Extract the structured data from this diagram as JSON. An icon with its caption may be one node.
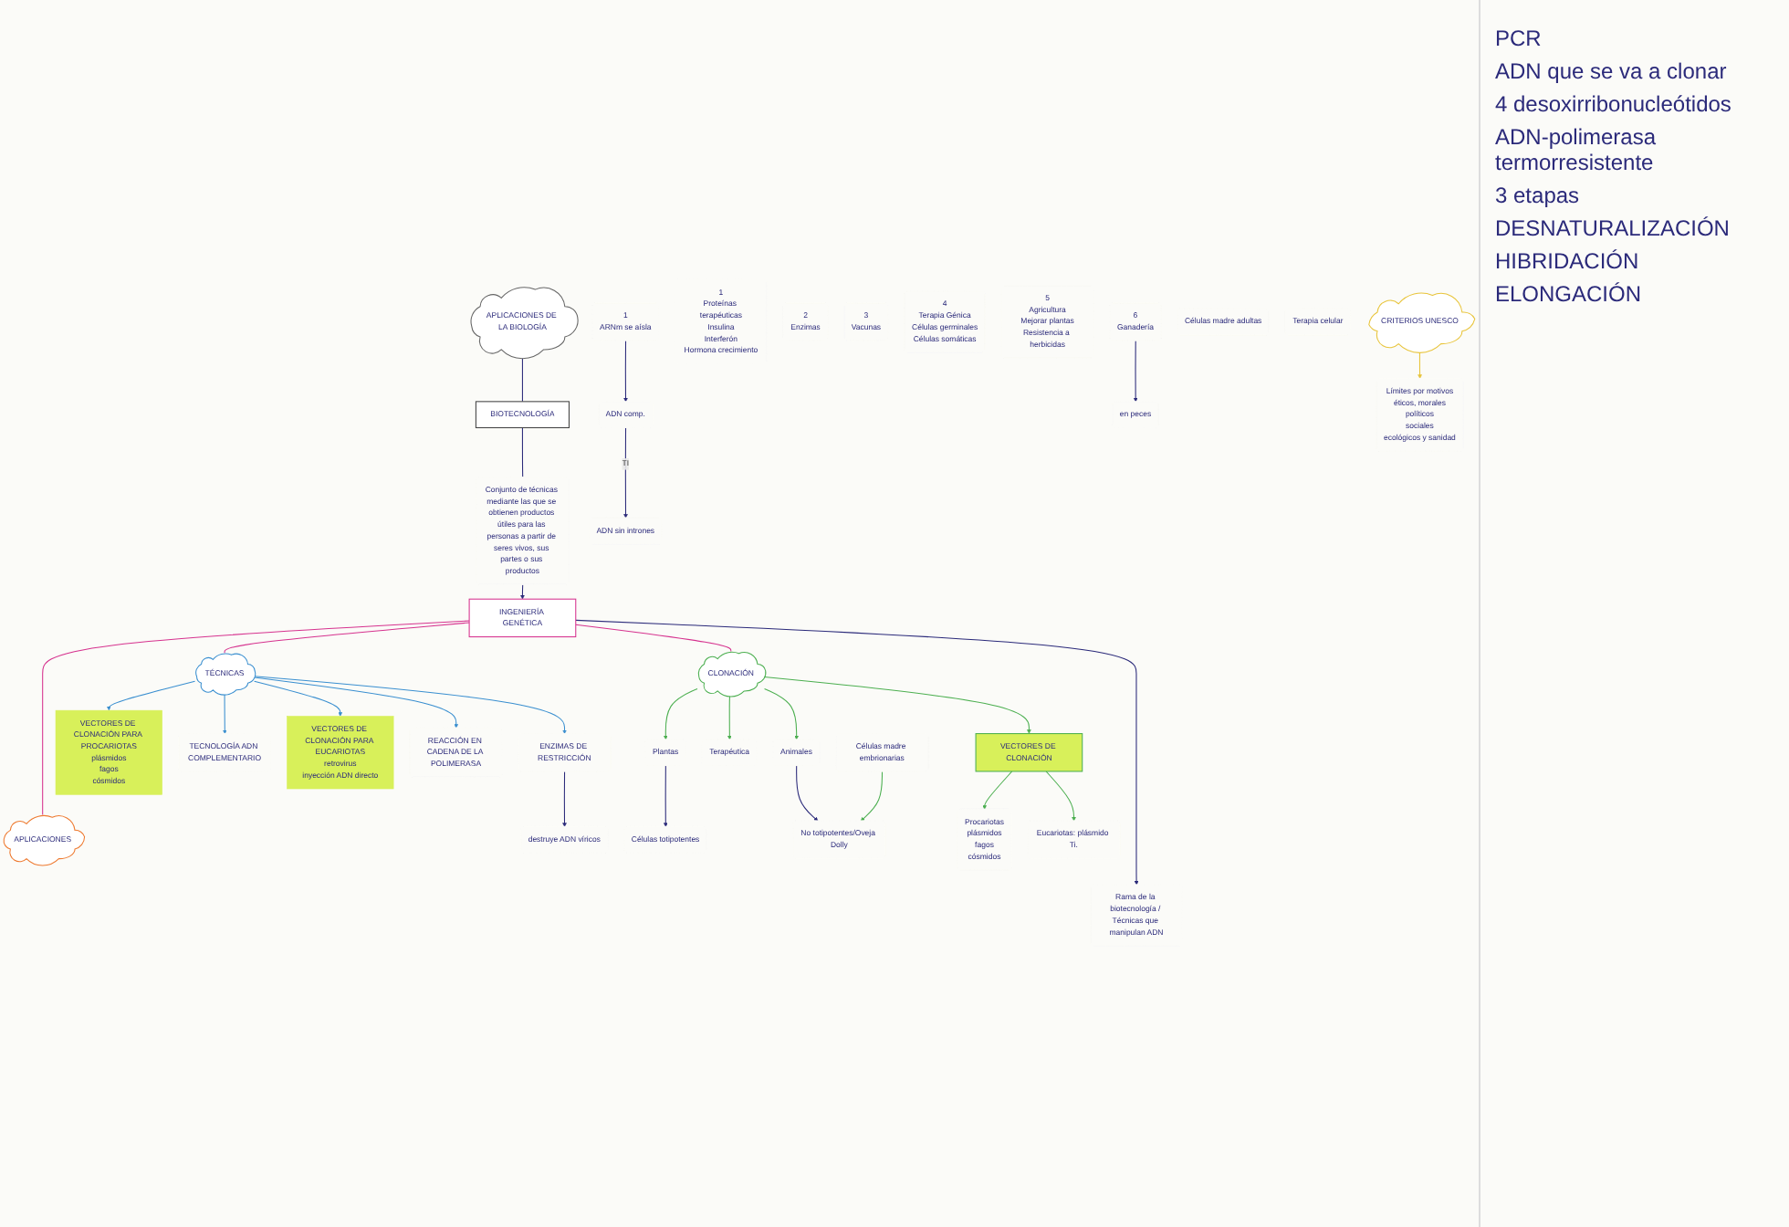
{
  "diagram": {
    "nodes": [
      {
        "text": [
          "APLICACIONES DE LA BIOLOGÍA"
        ]
      },
      {
        "text": [
          "BIOTECNOLOGÍA"
        ]
      },
      {
        "text": [
          "Conjunto de técnicas mediante las que se obtienen productos útiles para las personas a partir de seres vivos, sus partes o sus productos"
        ]
      },
      {
        "text": [
          "INGENIERÍA GENÉTICA"
        ]
      },
      {
        "text": [
          "Rama de la biotecnología / Técnicas que manipulan ADN"
        ]
      },
      {
        "text": [
          "TÉCNICAS"
        ]
      },
      {
        "text": [
          "APLICACIONES"
        ]
      },
      {
        "text": [
          "CLONACIÓN"
        ]
      },
      {
        "text": [
          "ENZIMAS DE RESTRICCIÓN"
        ]
      },
      {
        "text": [
          "destruye ADN víricos"
        ]
      },
      {
        "text": [
          "VECTORES DE CLONACIÓN PARA PROCARIOTAS",
          "plásmidos",
          "fagos",
          "cósmidos"
        ]
      },
      {
        "text": [
          "TECNOLOGÍA ADN COMPLEMENTARIO"
        ]
      },
      {
        "text": [
          "1",
          "ARNm se aísla"
        ]
      },
      {
        "text": [
          "ADN comp."
        ]
      },
      {
        "text": [
          "ADN sin intrones"
        ]
      },
      {
        "text": [
          "VECTORES DE CLONACIÓN PARA EUCARIOTAS",
          "retrovirus",
          "inyección ADN directo"
        ]
      },
      {
        "text": [
          "REACCIÓN EN CADENA DE LA POLIMERASA"
        ]
      },
      {
        "text": [
          "1",
          "Proteínas terapéuticas",
          "Insulina",
          "Interferón",
          "Hormona crecimiento"
        ]
      },
      {
        "text": [
          "2",
          "Enzimas"
        ]
      },
      {
        "text": [
          "3",
          "Vacunas"
        ]
      },
      {
        "text": [
          "4",
          "Terapia Génica",
          "Células germinales",
          "Células somáticas"
        ]
      },
      {
        "text": [
          "5",
          "Agricultura",
          "Mejorar plantas",
          "Resistencia a herbicidas"
        ]
      },
      {
        "text": [
          "6",
          "Ganadería"
        ]
      },
      {
        "text": [
          "en peces"
        ]
      },
      {
        "text": [
          "Plantas"
        ]
      },
      {
        "text": [
          "Células totipotentes"
        ]
      },
      {
        "text": [
          "Animales"
        ]
      },
      {
        "text": [
          "No totipotentes/Oveja Dolly"
        ]
      },
      {
        "text": [
          "Terapéutica"
        ]
      },
      {
        "text": [
          "Células madre embrionarias"
        ]
      },
      {
        "text": [
          "Células madre adultas"
        ]
      },
      {
        "text": [
          "Terapia celular"
        ]
      },
      {
        "text": [
          "VECTORES DE CLONACIÓN"
        ]
      },
      {
        "text": [
          "Procariotas",
          "plásmidos",
          "fagos",
          "cósmidos"
        ]
      },
      {
        "text": [
          "Eucariotas: plásmido Ti."
        ]
      },
      {
        "text": [
          "CRITERIOS UNESCO"
        ]
      },
      {
        "text": [
          "Límites por motivos",
          "éticos, morales",
          "políticos",
          "sociales",
          "ecológicos y sanidad"
        ]
      }
    ],
    "edges": [
      {
        "from": 0,
        "to": 1,
        "arrow": "none"
      },
      {
        "from": 1,
        "to": 2,
        "arrow": "none"
      },
      {
        "from": 2,
        "to": 3,
        "arrow": "to"
      },
      {
        "from": 3,
        "to": 4,
        "arrow": "to"
      },
      {
        "from": 3,
        "to": 5,
        "arrow": "none",
        "color": "#d6338f"
      },
      {
        "from": 3,
        "to": 6,
        "arrow": "none",
        "color": "#d6338f"
      },
      {
        "from": 3,
        "to": 7,
        "arrow": "none",
        "color": "#d6338f"
      },
      {
        "from": 5,
        "to": 8,
        "arrow": "to",
        "color": "#3a8fd0"
      },
      {
        "from": 8,
        "to": 9,
        "arrow": "to"
      },
      {
        "from": 5,
        "to": 10,
        "arrow": "to",
        "color": "#3a8fd0"
      },
      {
        "from": 5,
        "to": 11,
        "arrow": "to",
        "color": "#3a8fd0"
      },
      {
        "from": 12,
        "to": 13,
        "arrow": "to"
      },
      {
        "from": 13,
        "to": 14,
        "arrow": "to",
        "label": "TI"
      },
      {
        "from": 5,
        "to": 15,
        "arrow": "to",
        "color": "#3a8fd0"
      },
      {
        "from": 5,
        "to": 16,
        "arrow": "to",
        "color": "#3a8fd0"
      },
      {
        "from": 22,
        "to": 23,
        "arrow": "to"
      },
      {
        "from": 7,
        "to": 24,
        "arrow": "to",
        "color": "#4caf50"
      },
      {
        "from": 24,
        "to": 25,
        "arrow": "to"
      },
      {
        "from": 7,
        "to": 26,
        "arrow": "to",
        "color": "#4caf50"
      },
      {
        "from": 26,
        "to": 27,
        "arrow": "to"
      },
      {
        "from": 7,
        "to": 28,
        "arrow": "to",
        "color": "#4caf50"
      },
      {
        "from": 29,
        "to": 27,
        "arrow": "to",
        "color": "#4caf50"
      },
      {
        "from": 7,
        "to": 32,
        "arrow": "to",
        "color": "#4caf50"
      },
      {
        "from": 32,
        "to": 33,
        "arrow": "to",
        "color": "#4caf50"
      },
      {
        "from": 32,
        "to": 34,
        "arrow": "to",
        "color": "#4caf50"
      },
      {
        "from": 35,
        "to": 36,
        "arrow": "to",
        "color": "#e8c43a"
      }
    ],
    "labels": [
      "PCR",
      "ADN que se va a clonar",
      "4 desoxirribonucleótidos",
      "ADN-polimerasa termorresistente",
      "3 etapas",
      "DESNATURALIZACIÓN",
      "HIBRIDACIÓN",
      "ELONGACIÓN"
    ]
  }
}
